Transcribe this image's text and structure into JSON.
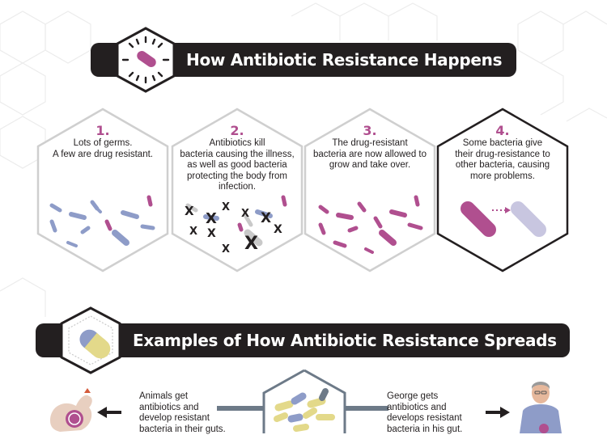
{
  "banner_top": {
    "title": "How Antibiotic Resistance Happens"
  },
  "steps": [
    {
      "number": "1.",
      "text": "Lots of germs.\nA few are drug resistant."
    },
    {
      "number": "2.",
      "text": "Antibiotics kill\nbacteria causing the illness,\nas well as good bacteria\nprotecting the body from\ninfection."
    },
    {
      "number": "3.",
      "text": "The drug-resistant\nbacteria are now allowed to\ngrow and take over."
    },
    {
      "number": "4.",
      "text": "Some bacteria give\ntheir drug-resistance to\nother bacteria, causing\nmore problems."
    }
  ],
  "banner_bottom": {
    "title": "Examples of How Antibiotic Resistance Spreads"
  },
  "spread": {
    "left_text": "Animals get\nantibiotics and\ndevelop resistant\nbacteria in their guts.",
    "right_text": "George gets\nantibiotics and\ndevelops resistant\nbacteria in his gut."
  },
  "colors": {
    "banner": "#231f20",
    "accent": "#b04f8f",
    "blue": "#8e9cc8",
    "gray": "#c9c9c9",
    "yellow": "#e3d98a"
  },
  "icons": [
    "bacterium-icon",
    "pill-capsule-icon",
    "chicken-icon",
    "cow-icon",
    "person-icon",
    "pills-icon",
    "arrow-left-icon",
    "arrow-right-icon",
    "x-mark-icon"
  ]
}
